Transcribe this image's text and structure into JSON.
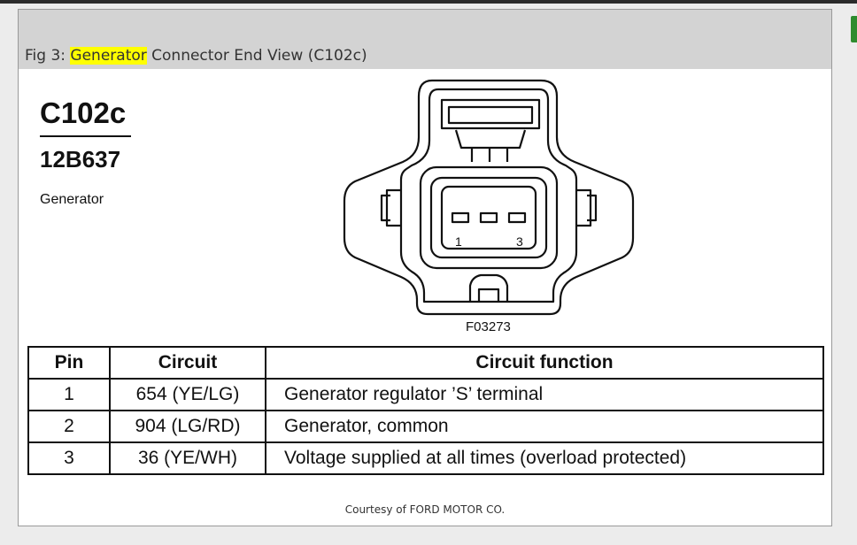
{
  "figure": {
    "caption_prefix": "Fig 3: ",
    "caption_highlight": "Generator",
    "caption_suffix": " Connector End View (C102c)",
    "connector_code": "C102c",
    "part_number": "12B637",
    "component": "Generator",
    "figure_id": "F03273",
    "pin_labels": [
      "1",
      "3"
    ],
    "courtesy": "Courtesy of FORD MOTOR CO.",
    "highlight_color": "#ffff00"
  },
  "table": {
    "headers": [
      "Pin",
      "Circuit",
      "Circuit function"
    ],
    "rows": [
      [
        "1",
        "654 (YE/LG)",
        "Generator regulator ’S’ terminal"
      ],
      [
        "2",
        "904 (LG/RD)",
        "Generator, common"
      ],
      [
        "3",
        "36 (YE/WH)",
        "Voltage supplied at all times (overload protected)"
      ]
    ]
  }
}
